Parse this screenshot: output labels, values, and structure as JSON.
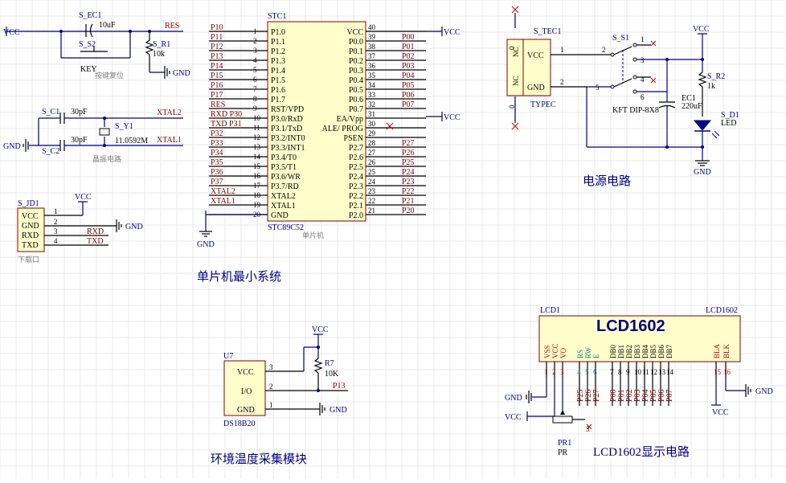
{
  "left": {
    "vcc1": "VCC",
    "res_net": "RES",
    "key_label": "KEY",
    "reset_caption": "按键复位",
    "gnd1": "GND",
    "ec1_ref": "S_EC1",
    "ec1_val": "10uF",
    "s2_ref": "S_S2",
    "r1_ref": "S_R1",
    "r1_val": "10k",
    "c1_ref": "S_C1",
    "c1_val": "30pF",
    "c2_ref": "S_C2",
    "c2_val": "30pF",
    "y1_ref": "S_Y1",
    "y1_val": "11.0592M",
    "xtal2": "XTAL2",
    "xtal1": "XTAL1",
    "osc_caption": "晶振电路",
    "gnd2": "GND",
    "jd1_ref": "S_JD1",
    "jd1_vcc": "VCC",
    "jd1_pins": [
      "VCC",
      "GND",
      "RXD",
      "TXD"
    ],
    "jd1_nums": [
      "1",
      "2",
      "3",
      "4"
    ],
    "jd1_gnd": "GND",
    "jd1_rxd": "RXD",
    "jd1_txd": "TXD",
    "jd1_caption": "下载口"
  },
  "mcu": {
    "ref": "STC1",
    "part": "STC89C52",
    "caption": "单片机",
    "title": "单片机最小系统",
    "left_nets": [
      "P10",
      "P11",
      "P12",
      "P13",
      "P14",
      "P15",
      "P16",
      "P17",
      "RES",
      "RXD P30",
      "TXD P31",
      "P32",
      "P33",
      "P34",
      "P35",
      "P36",
      "P37",
      "XTAL2",
      "XTAL1",
      ""
    ],
    "left_nums": [
      "1",
      "2",
      "3",
      "4",
      "5",
      "6",
      "7",
      "8",
      "9",
      "10",
      "11",
      "12",
      "13",
      "14",
      "15",
      "16",
      "17",
      "18",
      "19",
      "20"
    ],
    "left_pins": [
      "P1.0",
      "P1.1",
      "P1.2",
      "P1.3",
      "P1.4",
      "P1.5",
      "P1.6",
      "P1.7",
      "RST/VPD",
      "P3.0/RxD",
      "P3.1/TxD",
      "P3.2/INT0",
      "P3.3/INT1",
      "P3.4/T0",
      "P3.5/T1",
      "P3.6/WR",
      "P3.7/RD",
      "XTAL2",
      "XTAL1",
      "GND"
    ],
    "right_pins": [
      "VCC",
      "P0.0",
      "P0.1",
      "P0.2",
      "P0.3",
      "P0.4",
      "P0.5",
      "P0.6",
      "P0.7",
      "EA/Vpp",
      "ALE/ PROG",
      "PSEN",
      "P2.7",
      "P2.6",
      "P2.5",
      "P2.4",
      "P2.3",
      "P2.2",
      "P2.1",
      "P2.0"
    ],
    "right_nums": [
      "40",
      "39",
      "38",
      "37",
      "36",
      "35",
      "34",
      "33",
      "32",
      "31",
      "30",
      "29",
      "28",
      "27",
      "26",
      "25",
      "24",
      "23",
      "22",
      "21"
    ],
    "right_nets": [
      "",
      "P00",
      "P01",
      "P02",
      "P03",
      "P04",
      "P05",
      "P06",
      "P07",
      "",
      "",
      "",
      "P27",
      "P26",
      "P25",
      "P24",
      "P23",
      "P22",
      "P21",
      "P20"
    ],
    "vcc_top": "VCC",
    "vcc_ea": "VCC",
    "gnd": "GND"
  },
  "power": {
    "tec_ref": "S_TEC1",
    "tec_type": "TYPEC",
    "nc": "NC",
    "zero": "0",
    "tec_vcc": "VCC",
    "tec_gnd": "GND",
    "p1": "1",
    "p2": "2",
    "s1_ref": "S_S1",
    "s1_part": "KFT DIP-8X8",
    "s1_pins": [
      "1",
      "2",
      "3",
      "4",
      "5",
      "6"
    ],
    "vcc": "VCC",
    "r2_ref": "S_R2",
    "r2_val": "1k",
    "ec1_ref": "EC1",
    "ec1_val": "220uF",
    "d1_ref": "S_D1",
    "d1_val": "LED",
    "gnd": "GND",
    "title": "电源电路"
  },
  "ds18b20": {
    "ref": "U7",
    "part": "DS18B20",
    "pins": [
      "VCC",
      "I/O",
      "GND"
    ],
    "nums": [
      "3",
      "2",
      "1"
    ],
    "vcc": "VCC",
    "r7_ref": "R7",
    "r7_val": "10K",
    "net": "P13",
    "gnd": "GND",
    "title": "环境温度采集模块"
  },
  "lcd": {
    "ref": "LCD1",
    "part": "LCD1602",
    "name": "LCD1602",
    "pin_names": [
      "VSS",
      "VCC",
      "VO",
      "RS",
      "RW",
      "E",
      "DB0",
      "DB1",
      "DB2",
      "DB3",
      "DB4",
      "DB5",
      "DB6",
      "DB7",
      "BLA",
      "BLK"
    ],
    "pin_nums": [
      "1",
      "2",
      "3",
      "4",
      "5",
      "6",
      "7",
      "8",
      "9",
      "10",
      "11",
      "12",
      "13",
      "14",
      "15",
      "16"
    ],
    "nets": [
      "",
      "",
      "",
      "P25",
      "P26",
      "P27",
      "P00",
      "P01",
      "P02",
      "P03",
      "P04",
      "P05",
      "P06",
      "P07",
      "",
      ""
    ],
    "gnd": "GND",
    "vcc": "VCC",
    "vcc2": "VCC",
    "gnd2": "GND",
    "pr_ref": "PR1",
    "pr_val": "PR",
    "pr_pin": "3",
    "title": "LCD1602显示电路"
  }
}
